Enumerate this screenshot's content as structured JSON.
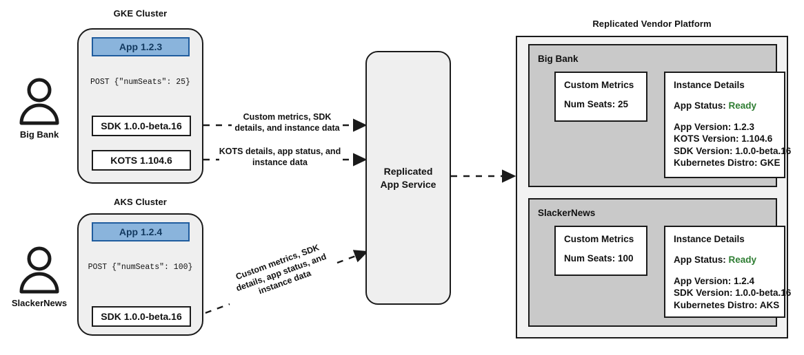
{
  "diagram": {
    "title_gke": "GKE Cluster",
    "title_aks": "AKS Cluster",
    "title_platform": "Replicated Vendor Platform"
  },
  "actors": [
    {
      "name": "Big Bank",
      "icon": "person-icon"
    },
    {
      "name": "SlackerNews",
      "icon": "person-icon"
    }
  ],
  "gke_cluster": {
    "label": "GKE Cluster",
    "app_box": "App 1.2.3",
    "post_call": "POST {\"numSeats\": 25}",
    "sdk_box": "SDK 1.0.0-beta.16",
    "kots_box": "KOTS 1.104.6"
  },
  "aks_cluster": {
    "label": "AKS Cluster",
    "app_box": "App 1.2.4",
    "post_call": "POST {\"numSeats\": 100}",
    "sdk_box": "SDK 1.0.0-beta.16"
  },
  "service": {
    "line1": "Replicated",
    "line2": "App Service"
  },
  "edges": {
    "gke_sdk": "Custom metrics, SDK details, and instance data",
    "gke_kots": "KOTS details, app status, and instance data",
    "aks_sdk_line1": "Custom metrics, SDK",
    "aks_sdk_line2": "details, app status, and",
    "aks_sdk_line3": "instance data"
  },
  "platform": {
    "title": "Replicated Vendor Platform",
    "tenants": [
      {
        "name": "Big Bank",
        "metrics": {
          "title": "Custom Metrics",
          "rows": [
            "Num Seats: 25"
          ]
        },
        "instance": {
          "title": "Instance Details",
          "status_label": "App Status: ",
          "status_value": "Ready",
          "rows": [
            "App Version: 1.2.3",
            "KOTS Version: 1.104.6",
            "SDK Version: 1.0.0-beta.16",
            "Kubernetes Distro: GKE"
          ]
        }
      },
      {
        "name": "SlackerNews",
        "metrics": {
          "title": "Custom Metrics",
          "rows": [
            "Num Seats: 100"
          ]
        },
        "instance": {
          "title": "Instance Details",
          "status_label": "App Status: ",
          "status_value": "Ready",
          "rows": [
            "App Version: 1.2.4",
            "SDK Version: 1.0.0-beta.16",
            "Kubernetes Distro: AKS"
          ]
        }
      }
    ]
  },
  "colors": {
    "app_fill": "#8ab4dc",
    "app_border": "#1f5c9e",
    "cluster_fill": "#efefef",
    "tenant_fill": "#c9c9c9",
    "platform_fill": "#f2f2f2",
    "status_ready": "#2e7d32",
    "stroke": "#1a1a1a"
  }
}
